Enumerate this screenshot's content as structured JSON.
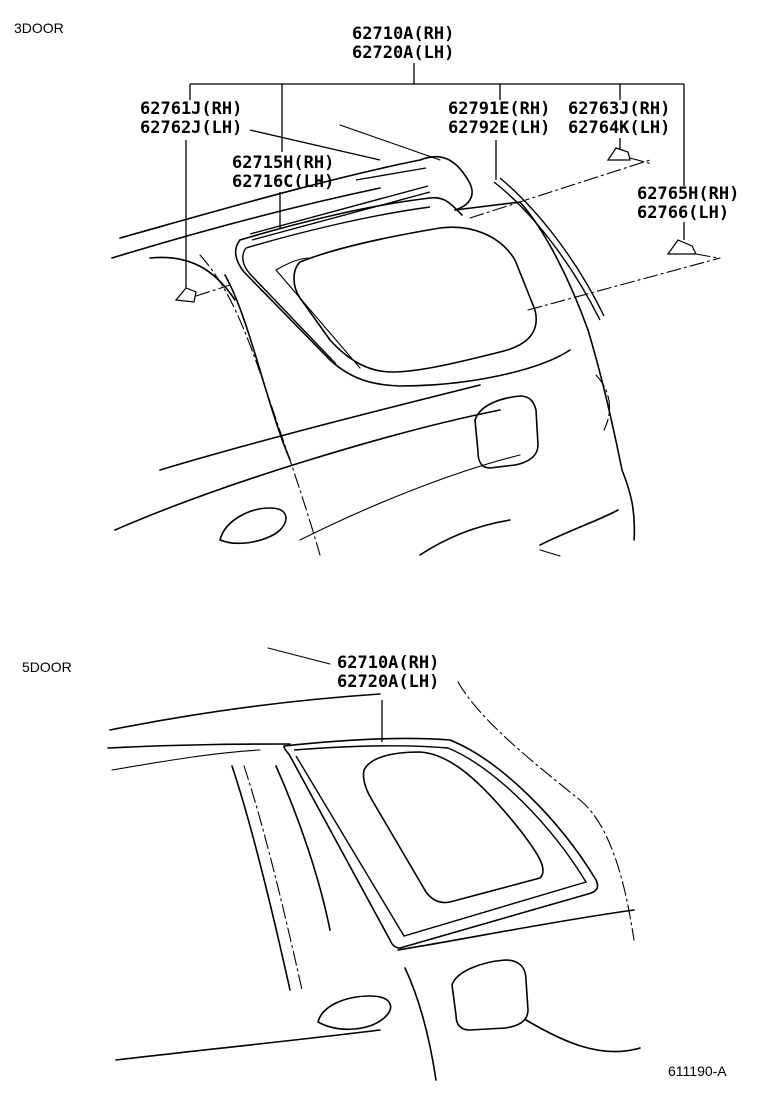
{
  "sections": {
    "three_door": "3DOOR",
    "five_door": "5DOOR"
  },
  "parts_3door": {
    "main_rh": "62710A(RH)",
    "main_lh": "62720A(LH)",
    "clip_front_rh": "62761J(RH)",
    "clip_front_lh": "62762J(LH)",
    "upper_molding_rh": "62715H(RH)",
    "upper_molding_lh": "62716C(LH)",
    "rear_molding_rh": "62791E(RH)",
    "rear_molding_lh": "62792E(LH)",
    "clip_rear_upper_rh": "62763J(RH)",
    "clip_rear_upper_lh": "62764K(LH)",
    "clip_rear_lower_rh": "62765H(RH)",
    "clip_rear_lower_lh": "62766(LH)"
  },
  "parts_5door": {
    "main_rh": "62710A(RH)",
    "main_lh": "62720A(LH)"
  },
  "figure_ref": "611190-A"
}
